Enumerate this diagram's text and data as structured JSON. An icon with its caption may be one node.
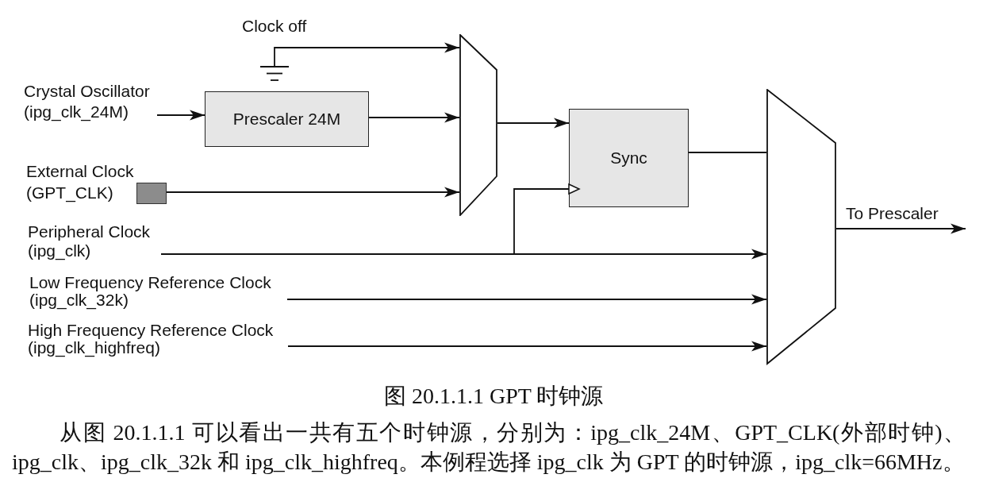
{
  "diagram": {
    "caption": "图 20.1.1.1 GPT 时钟源",
    "nodes": [
      {
        "text": [],
        "shape": "ground",
        "beside": [
          "Clock off"
        ]
      },
      {
        "text": [
          "Crystal Oscillator (ipg_clk_24M)"
        ]
      },
      {
        "text": [
          "Prescaler 24M"
        ]
      },
      {
        "text": [],
        "shape": "square",
        "beside": [
          "External Clock (GPT_CLK)"
        ]
      },
      {
        "text": [],
        "shape": "trapezoid"
      },
      {
        "text": [
          "Sync"
        ]
      },
      {
        "text": [
          "Peripheral Clock (ipg_clk)"
        ]
      },
      {
        "text": [
          "Low Frequency Reference Clock (ipg_clk_32k)"
        ]
      },
      {
        "text": [
          "High Frequency Reference Clock (ipg_clk_highfreq)"
        ]
      },
      {
        "text": [],
        "shape": "trapezoid"
      }
    ],
    "edges": [
      {
        "from": 0,
        "to": 4,
        "arrow": "to"
      },
      {
        "from": 1,
        "to": 2,
        "arrow": "to"
      },
      {
        "from": 2,
        "to": 4,
        "arrow": "to"
      },
      {
        "from": 3,
        "to": 4,
        "arrow": "to"
      },
      {
        "from": 4,
        "to": 5,
        "arrow": "to"
      },
      {
        "from": 6,
        "to": 5,
        "arrow": "to"
      },
      {
        "from": 6,
        "to": 9,
        "arrow": "to"
      },
      {
        "from": 7,
        "to": 9,
        "arrow": "to"
      },
      {
        "from": 8,
        "to": 9,
        "arrow": "to"
      },
      {
        "from": 5,
        "to": 9,
        "arrow": "none"
      },
      {
        "from": 9,
        "to": null,
        "arrow": "to",
        "label": "To Prescaler"
      }
    ],
    "labels": [
      "从图 20.1.1.1 可以看出一共有五个时钟源，分别为：ipg_clk_24M、GPT_CLK(外部时钟)、ipg_clk、ipg_clk_32k 和 ipg_clk_highfreq。本例程选择 ipg_clk 为 GPT 的时钟源，ipg_clk=66MHz。"
    ]
  }
}
